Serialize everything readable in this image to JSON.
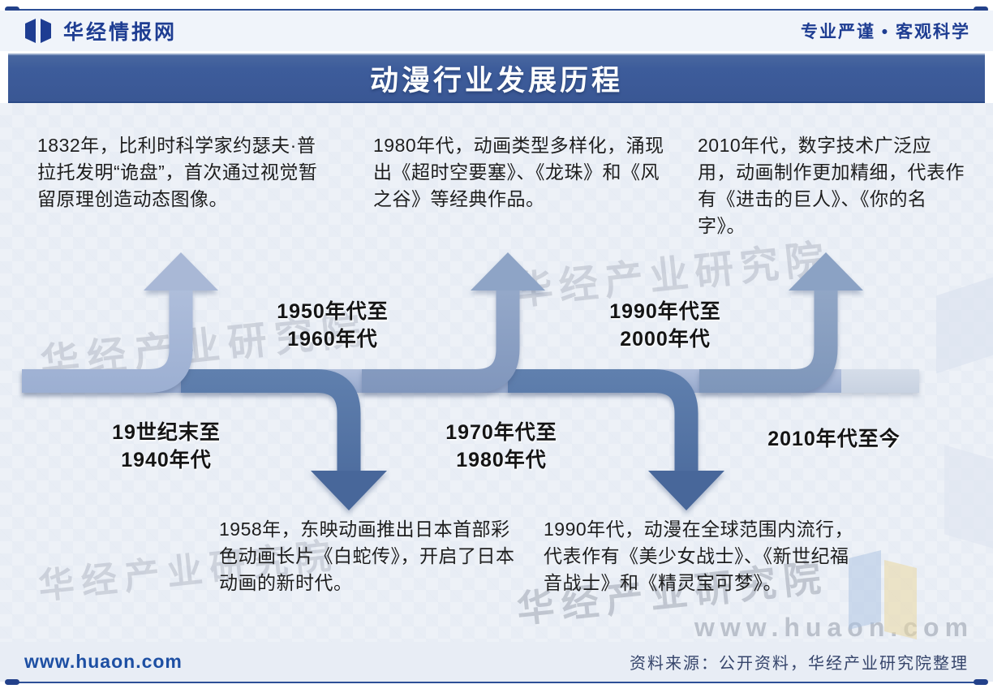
{
  "brand": {
    "name": "华经情报网",
    "tagline": "专业严谨 • 客观科学"
  },
  "title": "动漫行业发展历程",
  "stages": [
    {
      "period": "19世纪末至\n1940年代",
      "arrow": "up",
      "description": "1832年，比利时科学家约瑟夫·普拉托发明“诡盘”，首次通过视觉暂留原理创造动态图像。"
    },
    {
      "period": "1950年代至\n1960年代",
      "arrow": "down",
      "description": "1958年，东映动画推出日本首部彩色动画长片《白蛇传》，开启了日本动画的新时代。"
    },
    {
      "period": "1970年代至\n1980年代",
      "arrow": "up",
      "description": "1980年代，动画类型多样化，涌现出《超时空要塞》、《龙珠》和《风之谷》等经典作品。"
    },
    {
      "period": "1990年代至\n2000年代",
      "arrow": "down",
      "description": "1990年代，动漫在全球范围内流行，代表作有《美少女战士》、《新世纪福音战士》和《精灵宝可梦》。"
    },
    {
      "period": "2010年代至今",
      "arrow": "up",
      "description": "2010年代，数字技术广泛应用，动画制作更加精细，代表作有《进击的巨人》、《你的名字》。"
    }
  ],
  "watermark": {
    "org": "华经产业研究院",
    "url": "www.huaon.com"
  },
  "footer": {
    "site_url": "www.huaon.com",
    "source": "资料来源：公开资料，华经产业研究院整理"
  },
  "colors": {
    "rule": "#2d4f96",
    "title_bar": "#3d5c9b",
    "band_light": "#a6b6d4",
    "band_gray": "#cfd8e5",
    "ribbon_dark": "#56749f",
    "arrow_up_1": "#aab9d6",
    "arrow_up_2": "#91a7c7",
    "arrow_up_3": "#8ea5c5"
  }
}
